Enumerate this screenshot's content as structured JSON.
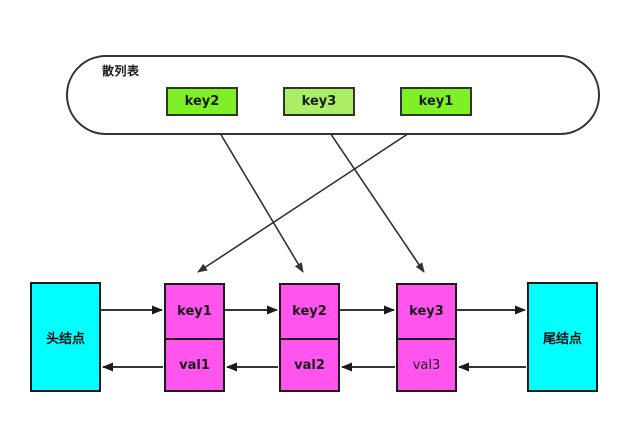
{
  "diagram": {
    "title": "散列表",
    "hash_table": {
      "label": "散列表",
      "slots": [
        {
          "label": "key2",
          "fill": "#80f026"
        },
        {
          "label": "key3",
          "fill": "#aaee66"
        },
        {
          "label": "key1",
          "fill": "#80f026"
        }
      ]
    },
    "linked_list": {
      "head": {
        "label": "头结点",
        "fill": "#00ffff"
      },
      "tail": {
        "label": "尾结点",
        "fill": "#00ffff"
      },
      "nodes": [
        {
          "key": "key1",
          "val": "val1",
          "fill": "#ff55ee",
          "val_bold": true
        },
        {
          "key": "key2",
          "val": "val2",
          "fill": "#ff55ee",
          "val_bold": true
        },
        {
          "key": "key3",
          "val": "val3",
          "fill": "#ff55ee",
          "val_bold": false
        }
      ]
    },
    "mappings": [
      {
        "from": "key2",
        "to": "key2-node"
      },
      {
        "from": "key3",
        "to": "key3-node"
      },
      {
        "from": "key1",
        "to": "key1-node"
      }
    ],
    "colors": {
      "stroke": "#333333",
      "node_stroke": "#1a1a1a",
      "green": "#80f026",
      "green_light": "#aaee66",
      "magenta": "#ff55ee",
      "cyan": "#00ffff",
      "background": "#ffffff"
    }
  }
}
